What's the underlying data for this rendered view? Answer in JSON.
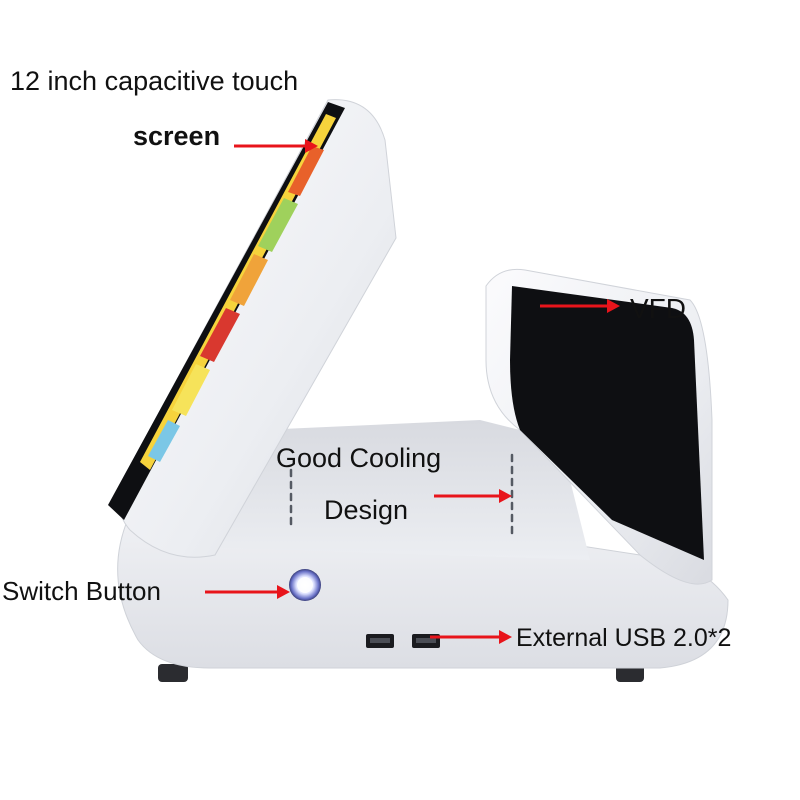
{
  "annotations": {
    "touch_screen_line1": "12 inch capacitive touch",
    "touch_screen_line2": "screen",
    "vfd": "VFD",
    "cooling_line1": "Good Cooling",
    "cooling_line2": "Design",
    "switch_button": "Switch Button",
    "usb": "External USB 2.0*2"
  },
  "colors": {
    "arrow": "#e8141b",
    "body": "#f2f3f6",
    "screen": "#0e0f12",
    "background": "#ffffff"
  }
}
